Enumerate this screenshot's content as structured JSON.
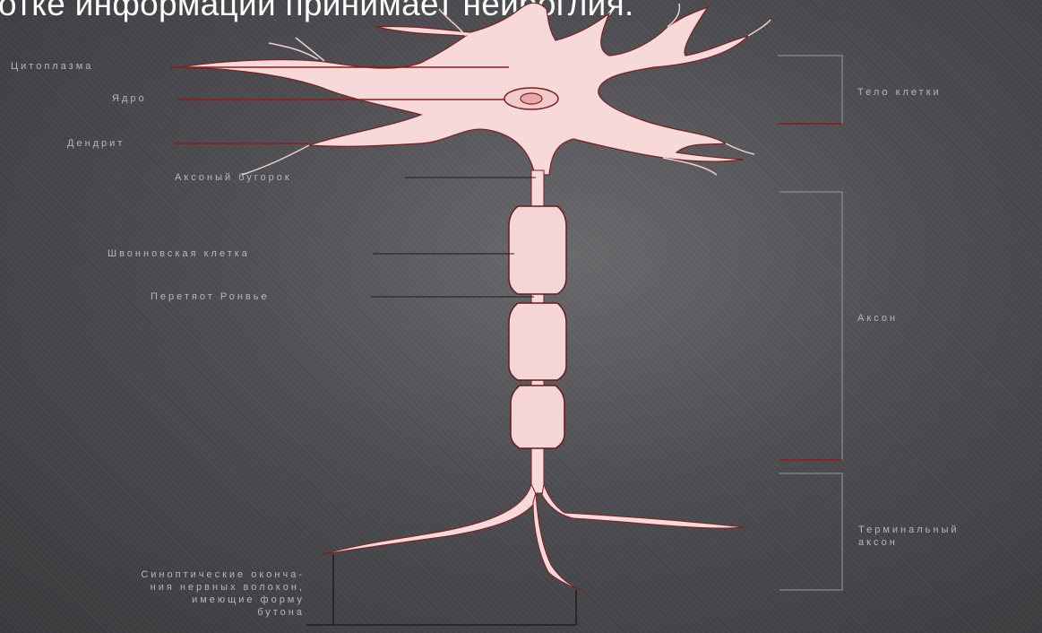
{
  "slide": {
    "title": "отке информации принимает нейроглия."
  },
  "labels": {
    "cytoplasm": "Цитоплазма",
    "nucleus": "Ядро",
    "dendrite": "Дендрит",
    "axon_hillock": "Аксоный бугорок",
    "schwann_cell": "Швонновская клетка",
    "node_ranvier": "Перетяот Ронвье",
    "cell_body": "Тело клетки",
    "axon": "Аксон",
    "terminal_axon": "Терминальный\nаксон",
    "synaptic_endings": "Синоптические оконча-\nния нервных волокон,\nимеющие форму\nбутона"
  },
  "colors": {
    "neuron_fill": "#f7d9d9",
    "neuron_outline": "#7a1f1f",
    "leader_line": "#8b1c1c",
    "bracket_line": "#9a9a9a",
    "label_text": "#b8b8b8"
  }
}
